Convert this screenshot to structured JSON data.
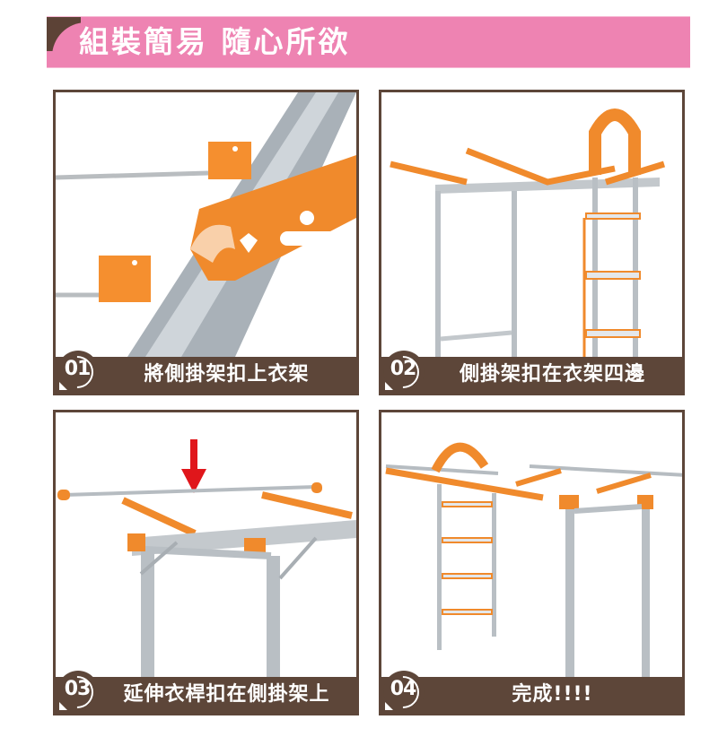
{
  "header": {
    "title": "組裝簡易 隨心所欲",
    "bg_color": "#ee83b2",
    "corner_color": "#5c4236"
  },
  "panels": [
    {
      "step": "01",
      "caption": "將側掛架扣上衣架",
      "illustration": "orange side-hanger clipped onto aluminium rail with orange end caps"
    },
    {
      "step": "02",
      "caption": "側掛架扣在衣架四邊",
      "illustration": "frame with side hangers on all edges and orange arch ladder with shelves"
    },
    {
      "step": "03",
      "caption": "延伸衣桿扣在側掛架上",
      "illustration": "extending clothes rod placed on side hangers, red arrow pointing down"
    },
    {
      "step": "04",
      "caption": "完成!!!!",
      "illustration": "completed drying rack with arch and ladder shelves"
    }
  ],
  "colors": {
    "frame_brown": "#5d4639",
    "accent_orange": "#f08a2c",
    "metal_silver": "#b9bfc4",
    "arrow_red": "#e0161b"
  }
}
